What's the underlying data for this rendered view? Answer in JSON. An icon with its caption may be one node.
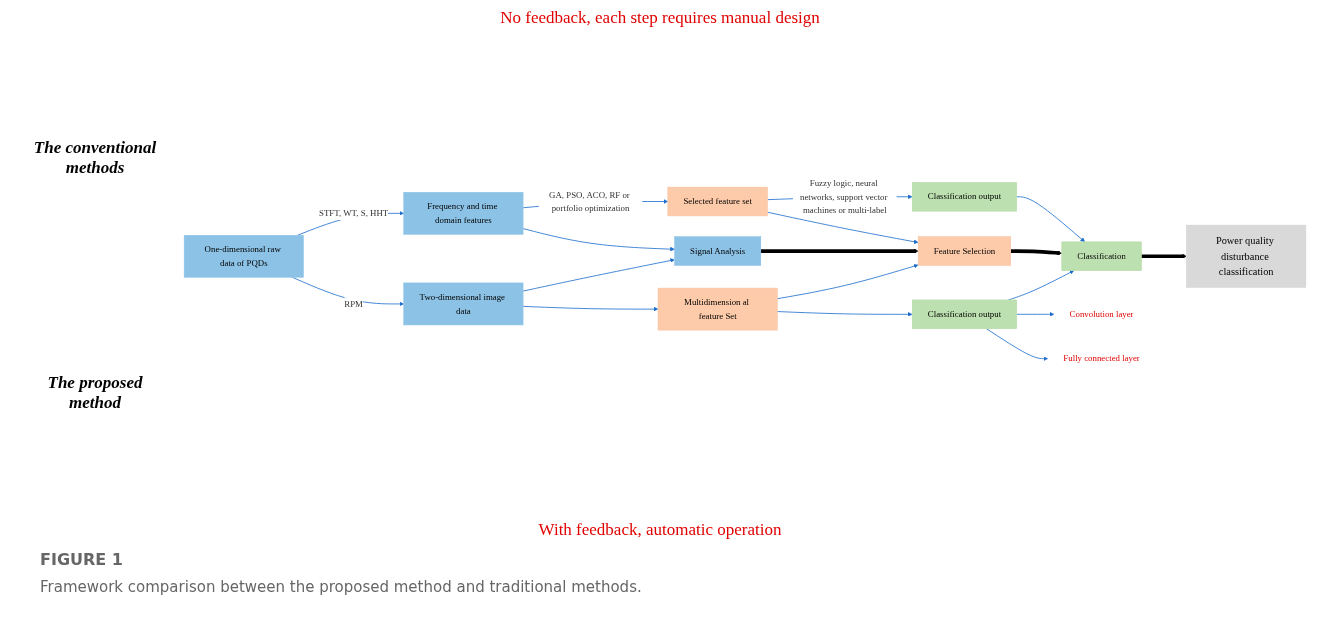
{
  "diagram": {
    "title": "FIGURE 1",
    "caption": "Framework comparison between the proposed method and traditional methods.",
    "nodes": [
      {
        "text": [
          "Frequency and time domain features"
        ]
      },
      {
        "text": [
          "Selected feature set"
        ]
      },
      {
        "text": [
          "Classification output"
        ]
      },
      {
        "text": [
          "One-dimensional raw data of PQDs"
        ]
      },
      {
        "text": [
          "Signal Analysis"
        ]
      },
      {
        "text": [
          "Feature Selection"
        ]
      },
      {
        "text": [
          "Classification"
        ]
      },
      {
        "text": [
          "Power quality disturbance classification"
        ]
      },
      {
        "text": [
          "Two-dimensional image data"
        ]
      },
      {
        "text": [
          "Multidimension al feature Set"
        ]
      },
      {
        "text": [
          "Classification output"
        ]
      },
      {
        "text": [
          "Convolution layer"
        ]
      },
      {
        "text": [
          "Fully connected layer"
        ]
      }
    ],
    "edges": [
      {
        "from": 3,
        "to": 0,
        "arrow": "to",
        "label": "STFT, WT, S, HHT"
      },
      {
        "from": 0,
        "to": 1,
        "arrow": "to",
        "label": "GA, PSO, ACO, RF or portfolio optimization"
      },
      {
        "from": 1,
        "to": 2,
        "arrow": "to",
        "label": "Fuzzy logic, neural networks, support vector machines or multi-label"
      },
      {
        "from": 0,
        "to": 4,
        "arrow": "to"
      },
      {
        "from": 1,
        "to": 5,
        "arrow": "to"
      },
      {
        "from": 2,
        "to": 6,
        "arrow": "to"
      },
      {
        "from": 4,
        "to": 5,
        "arrow": "to",
        "style": "thick",
        "color": "#000000"
      },
      {
        "from": 5,
        "to": 6,
        "arrow": "to",
        "style": "thick",
        "color": "#000000"
      },
      {
        "from": 6,
        "to": 7,
        "arrow": "to",
        "style": "thick",
        "color": "#000000"
      },
      {
        "from": 3,
        "to": 8,
        "arrow": "to",
        "label": "RPM"
      },
      {
        "from": 8,
        "to": 4,
        "arrow": "to"
      },
      {
        "from": 9,
        "to": 5,
        "arrow": "to"
      },
      {
        "from": 10,
        "to": 6,
        "arrow": "to"
      },
      {
        "from": 8,
        "to": 9,
        "arrow": "to"
      },
      {
        "from": 9,
        "to": 10,
        "arrow": "to"
      },
      {
        "from": 10,
        "to": 11,
        "arrow": "to"
      },
      {
        "from": 10,
        "to": 12,
        "arrow": "to"
      }
    ],
    "labels": [
      "No feedback, each step requires manual design",
      "The conventional methods",
      "The proposed method",
      "With feedback, automatic operation"
    ]
  }
}
